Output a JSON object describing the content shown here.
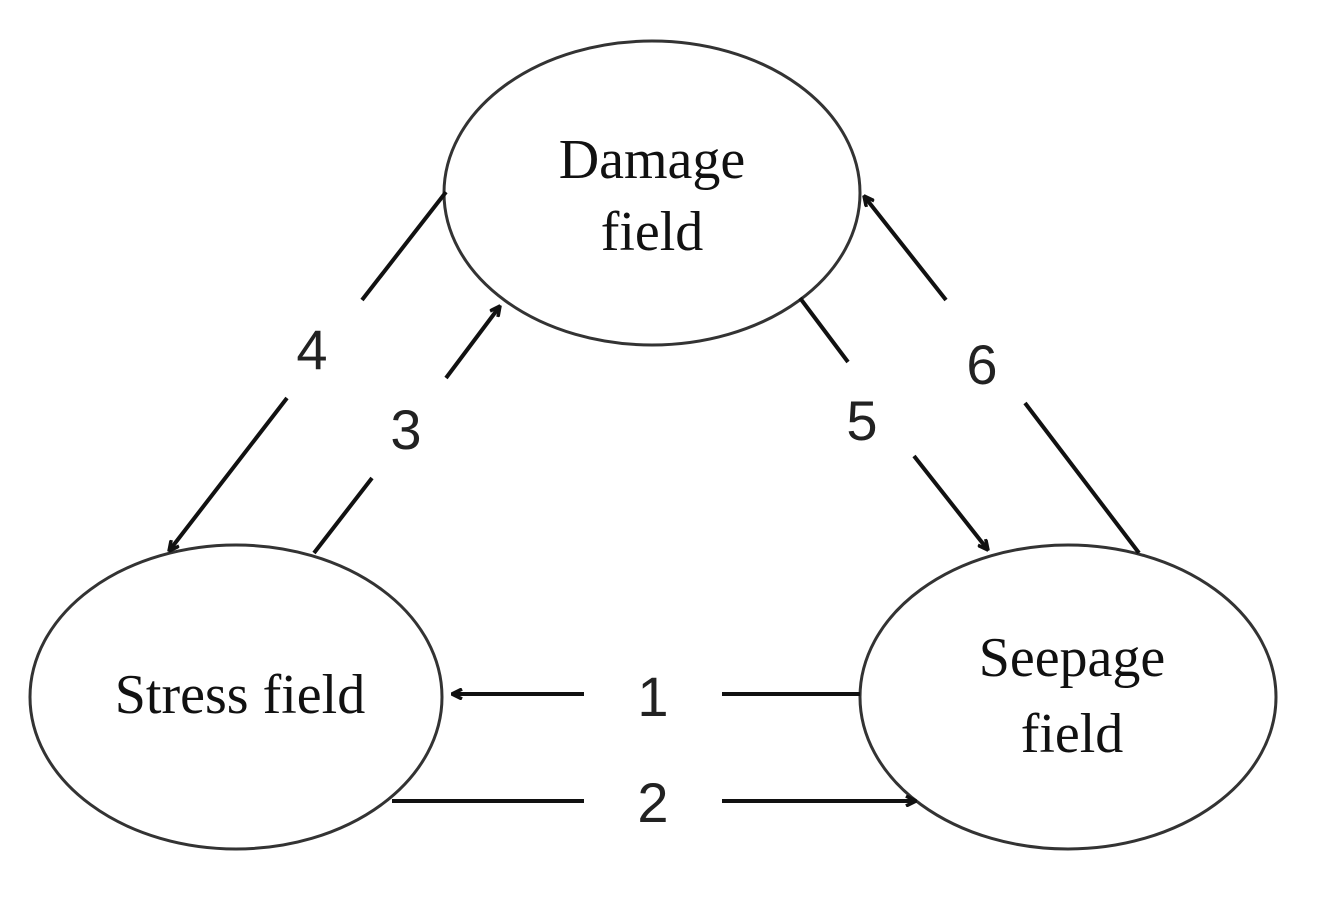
{
  "nodes": {
    "damage": {
      "line1": "Damage",
      "line2": "field"
    },
    "stress": {
      "line1": "Stress field"
    },
    "seepage": {
      "line1": "Seepage",
      "line2": "field"
    }
  },
  "edges": [
    {
      "id": "1",
      "from": "seepage",
      "to": "stress",
      "label": "1"
    },
    {
      "id": "2",
      "from": "stress",
      "to": "seepage",
      "label": "2"
    },
    {
      "id": "3",
      "from": "stress",
      "to": "damage",
      "label": "3"
    },
    {
      "id": "4",
      "from": "damage",
      "to": "stress",
      "label": "4"
    },
    {
      "id": "5",
      "from": "damage",
      "to": "seepage",
      "label": "5"
    },
    {
      "id": "6",
      "from": "seepage",
      "to": "damage",
      "label": "6"
    }
  ],
  "colors": {
    "line": "#111111",
    "ellipse_stroke": "#333333",
    "background": "#ffffff"
  }
}
